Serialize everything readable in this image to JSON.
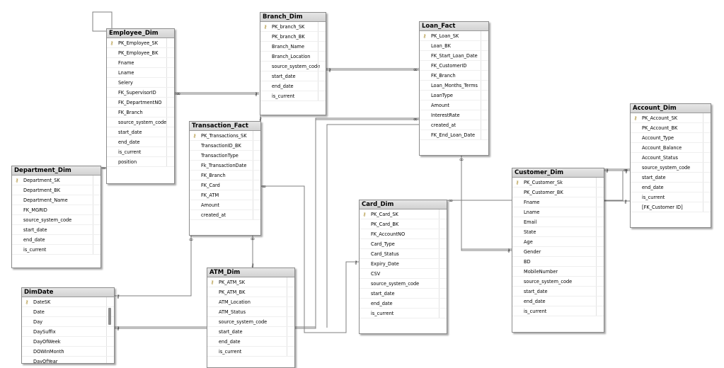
{
  "tables": {
    "employee_dim": {
      "title": "Employee_Dim",
      "columns": [
        {
          "name": "PK_Employee_SK",
          "pk": true
        },
        {
          "name": "PK_Employee_BK"
        },
        {
          "name": "Fname"
        },
        {
          "name": "Lname"
        },
        {
          "name": "Selery"
        },
        {
          "name": "FK_SupervisorID"
        },
        {
          "name": "FK_DepartmentNO"
        },
        {
          "name": "FK_Branch"
        },
        {
          "name": "source_system_code"
        },
        {
          "name": "start_date"
        },
        {
          "name": "end_date"
        },
        {
          "name": "is_current"
        },
        {
          "name": "position"
        }
      ]
    },
    "branch_dim": {
      "title": "Branch_Dim",
      "columns": [
        {
          "name": "PK_branch_SK",
          "pk": true
        },
        {
          "name": "PK_branch_BK"
        },
        {
          "name": "Branch_Name"
        },
        {
          "name": "Branch_Location"
        },
        {
          "name": "source_system_code"
        },
        {
          "name": "start_date"
        },
        {
          "name": "end_date"
        },
        {
          "name": "is_current"
        }
      ]
    },
    "loan_fact": {
      "title": "Loan_Fact",
      "columns": [
        {
          "name": "PK_Loan_SK",
          "pk": true
        },
        {
          "name": "Loan_BK"
        },
        {
          "name": "FK_Start_Loan_Date"
        },
        {
          "name": "FK_CustomerID"
        },
        {
          "name": "FK_Branch"
        },
        {
          "name": "Loan_Months_Terms"
        },
        {
          "name": "LoanType"
        },
        {
          "name": "Amount"
        },
        {
          "name": "InterestRate"
        },
        {
          "name": "created_at"
        },
        {
          "name": "FK_End_Loan_Date"
        }
      ]
    },
    "account_dim": {
      "title": "Account_Dim",
      "columns": [
        {
          "name": "PK_Account_SK",
          "pk": true
        },
        {
          "name": "PK_Account_BK"
        },
        {
          "name": "Account_Type"
        },
        {
          "name": "Account_Balance"
        },
        {
          "name": "Account_Status"
        },
        {
          "name": "source_system_code"
        },
        {
          "name": "start_date"
        },
        {
          "name": "end_date"
        },
        {
          "name": "is_current"
        },
        {
          "name": "[FK_Customer ID]"
        }
      ]
    },
    "transaction_fact": {
      "title": "Transaction_Fact",
      "columns": [
        {
          "name": "PK_Transactions_SK",
          "pk": true
        },
        {
          "name": "TransactionID_BK"
        },
        {
          "name": "TransactionType"
        },
        {
          "name": "Fk_TransactionDate"
        },
        {
          "name": "FK_Branch"
        },
        {
          "name": "FK_Card"
        },
        {
          "name": "FK_ATM"
        },
        {
          "name": "Amount"
        },
        {
          "name": "created_at"
        }
      ]
    },
    "department_dim": {
      "title": "Department_Dim",
      "columns": [
        {
          "name": "Department_SK",
          "pk": true
        },
        {
          "name": "Department_BK"
        },
        {
          "name": "Department_Name"
        },
        {
          "name": "FK_MGRID"
        },
        {
          "name": "source_system_code"
        },
        {
          "name": "start_date"
        },
        {
          "name": "end_date"
        },
        {
          "name": "is_current"
        }
      ]
    },
    "customer_dim": {
      "title": "Customer_Dim",
      "columns": [
        {
          "name": "PK_Customer_Sk",
          "pk": true
        },
        {
          "name": "PK_Customer_BK"
        },
        {
          "name": "Fname"
        },
        {
          "name": "Lname"
        },
        {
          "name": "Email"
        },
        {
          "name": "State"
        },
        {
          "name": "Age"
        },
        {
          "name": "Gender"
        },
        {
          "name": "BD"
        },
        {
          "name": "MobileNumber"
        },
        {
          "name": "source_system_code"
        },
        {
          "name": "start_date"
        },
        {
          "name": "end_date"
        },
        {
          "name": "is_current"
        }
      ]
    },
    "card_dim": {
      "title": "Card_Dim",
      "columns": [
        {
          "name": "PK_Card_SK",
          "pk": true
        },
        {
          "name": "PK_Card_BK"
        },
        {
          "name": "FK_AccountNO"
        },
        {
          "name": "Card_Type"
        },
        {
          "name": "Card_Status"
        },
        {
          "name": "Expiry_Date"
        },
        {
          "name": "CSV"
        },
        {
          "name": "source_system_code"
        },
        {
          "name": "start_date"
        },
        {
          "name": "end_date"
        },
        {
          "name": "is_current"
        }
      ]
    },
    "atm_dim": {
      "title": "ATM_Dim",
      "columns": [
        {
          "name": "PK_ATM_SK",
          "pk": true
        },
        {
          "name": "PK_ATM_BK"
        },
        {
          "name": "ATM_Location"
        },
        {
          "name": "ATM_Status"
        },
        {
          "name": "source_system_code"
        },
        {
          "name": "start_date"
        },
        {
          "name": "end_date"
        },
        {
          "name": "is_current"
        }
      ]
    },
    "dimdate": {
      "title": "DimDate",
      "columns": [
        {
          "name": "DateSK",
          "pk": true
        },
        {
          "name": "Date"
        },
        {
          "name": "Day"
        },
        {
          "name": "DaySuffix"
        },
        {
          "name": "DayOfWeek"
        },
        {
          "name": "DOWInMonth"
        },
        {
          "name": "DayOfYear"
        }
      ]
    }
  },
  "icons": {
    "primary_key": "key-icon",
    "one_end": "key-end",
    "many_end": "infinity-end"
  },
  "colors": {
    "line": "#7f7f7f",
    "key": "#a98a2a",
    "title_bg": "#d9d9d9"
  }
}
